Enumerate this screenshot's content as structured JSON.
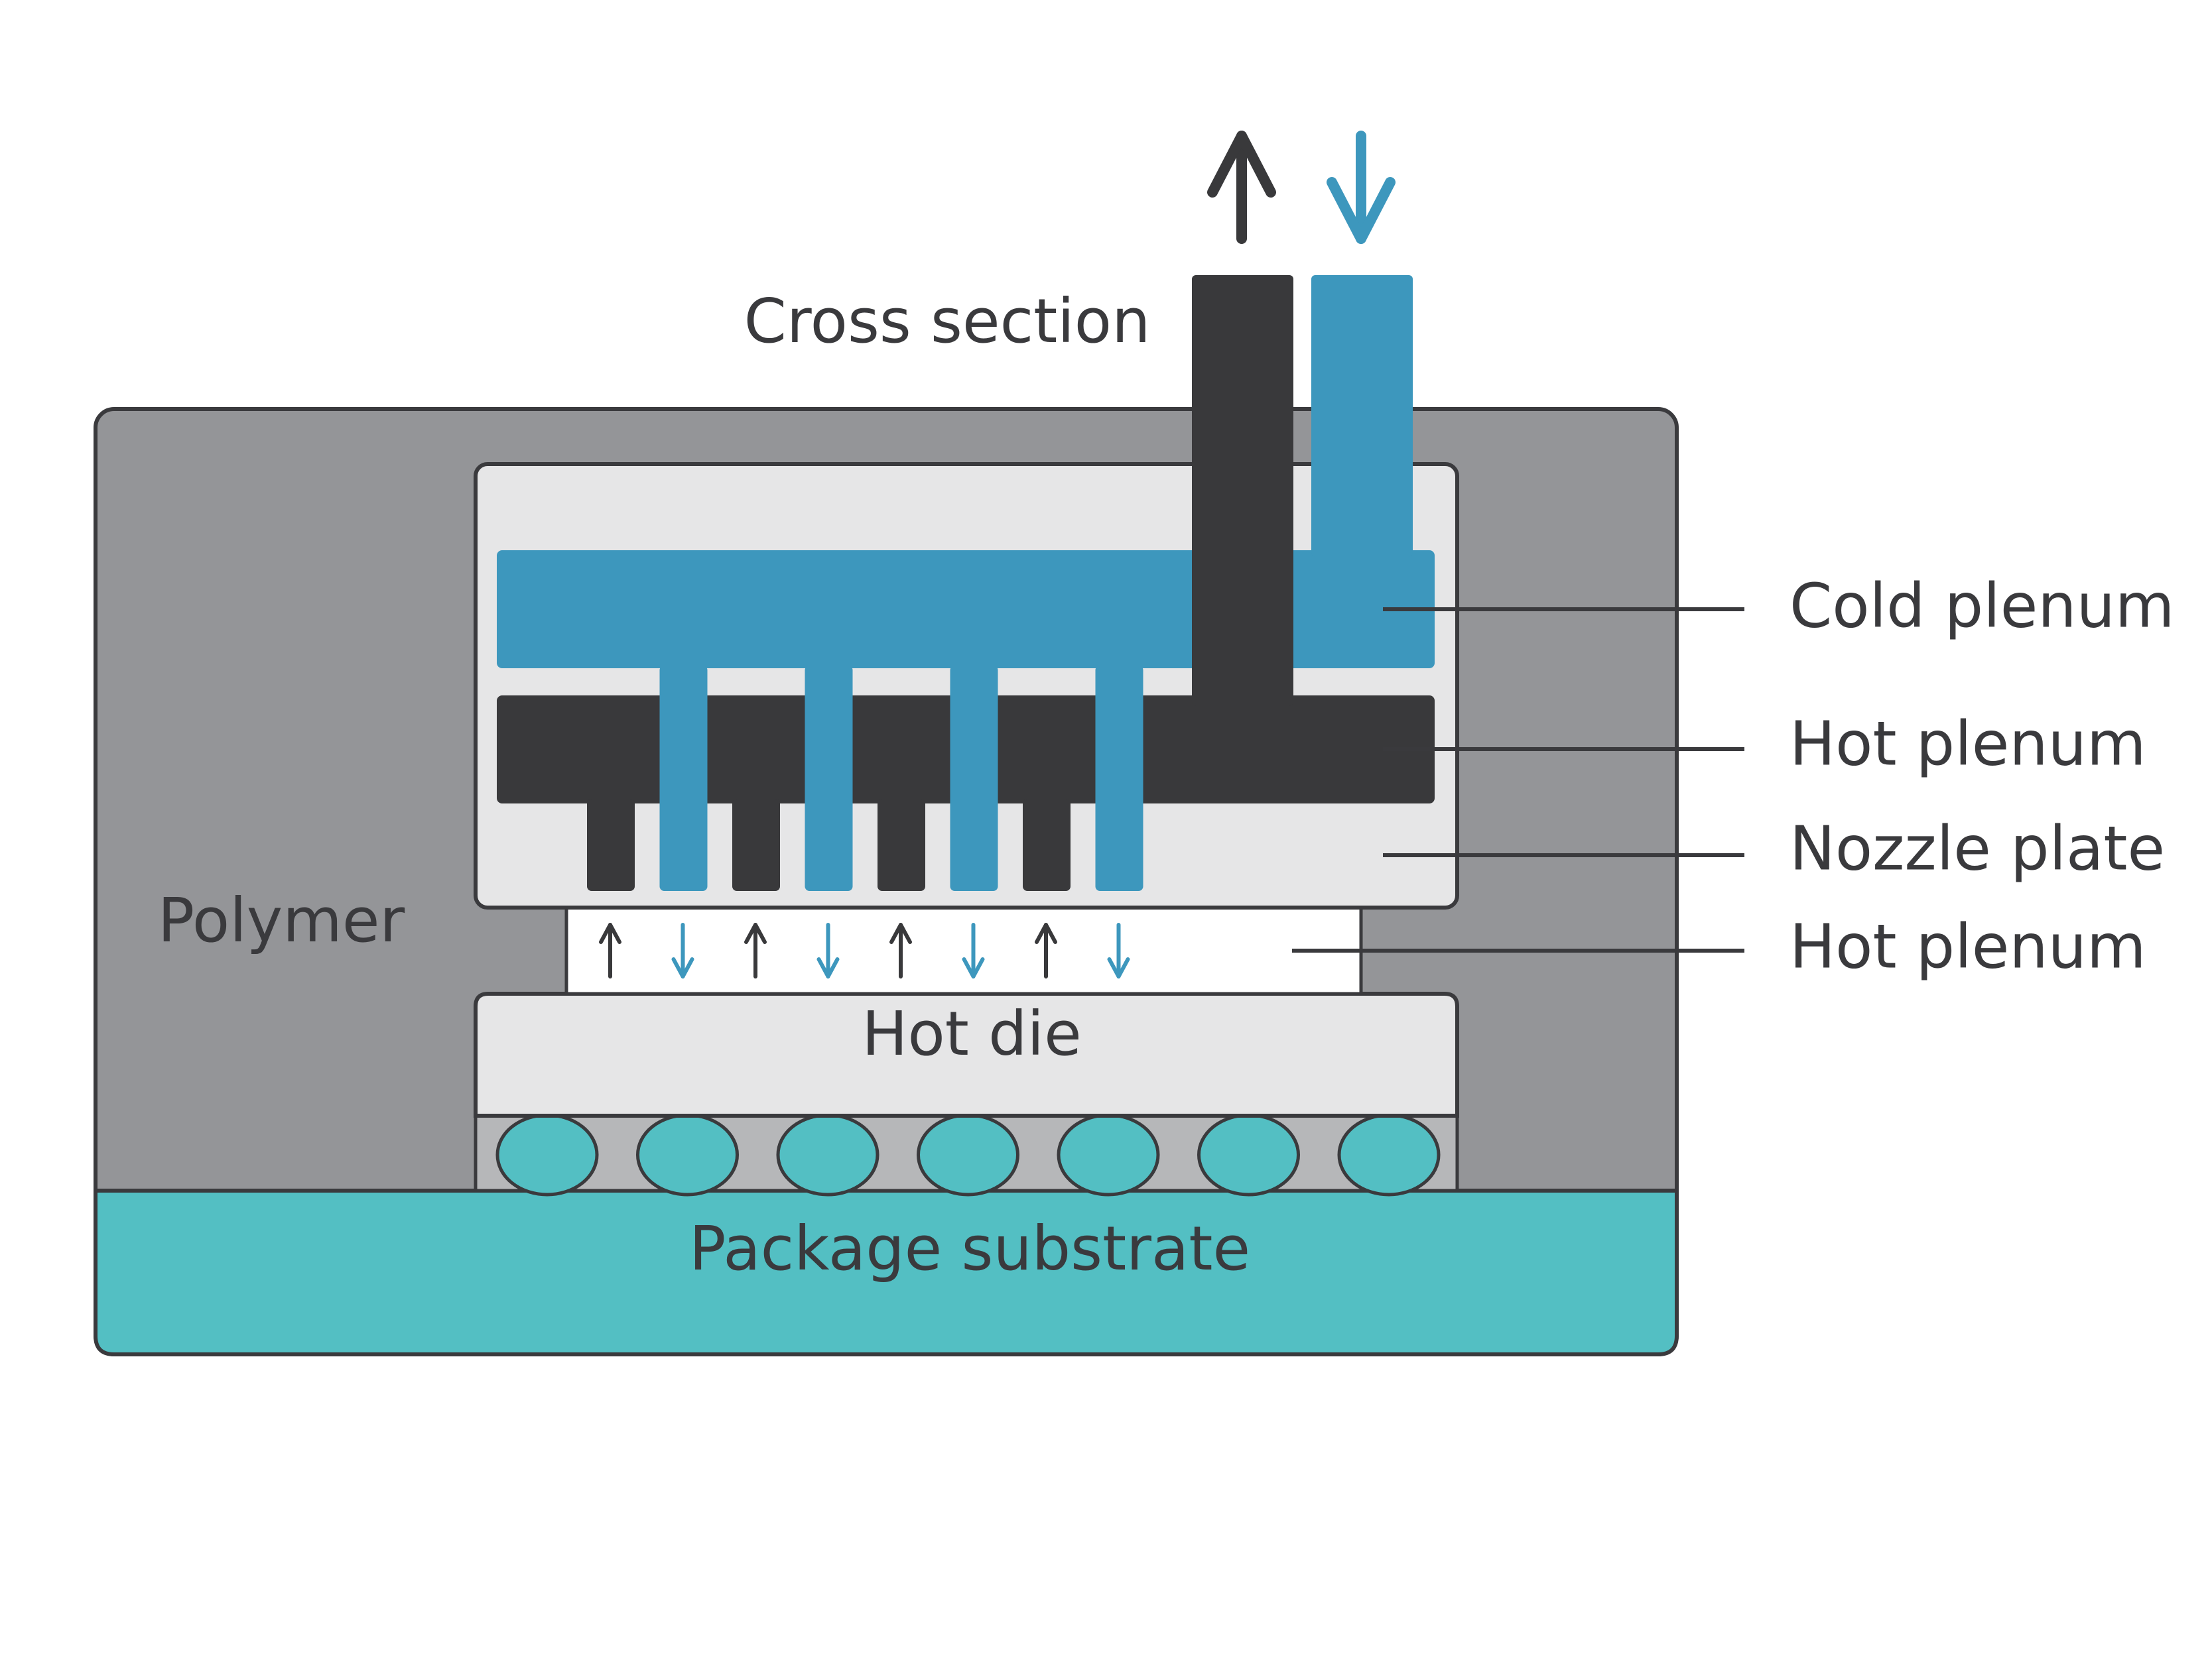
{
  "labels": {
    "cross_section": "Cross section",
    "polymer": "Polymer",
    "hot_die": "Hot die",
    "package_substrate": "Package substrate",
    "callouts": [
      {
        "id": "cold-plenum",
        "text": "Cold plenum"
      },
      {
        "id": "hot-plenum",
        "text": "Hot plenum"
      },
      {
        "id": "nozzle-plate",
        "text": "Nozzle plate"
      },
      {
        "id": "hot-plenum-gap",
        "text": "Hot plenum"
      }
    ]
  },
  "colors": {
    "polymer": "#949598",
    "cold": "#3d97bd",
    "hot": "#39393b",
    "plate": "#e6e6e7",
    "substrate": "#53bfc3",
    "outline": "#3a3a3d",
    "background": "#ffffff"
  },
  "components": {
    "nozzles": [
      "hot",
      "cold",
      "hot",
      "cold",
      "hot",
      "cold",
      "hot",
      "cold"
    ],
    "gap_arrows": [
      "up",
      "down",
      "up",
      "down",
      "up",
      "down",
      "up",
      "down"
    ],
    "solder_bump_count": 7,
    "inlet_arrows": [
      "up",
      "down"
    ]
  }
}
